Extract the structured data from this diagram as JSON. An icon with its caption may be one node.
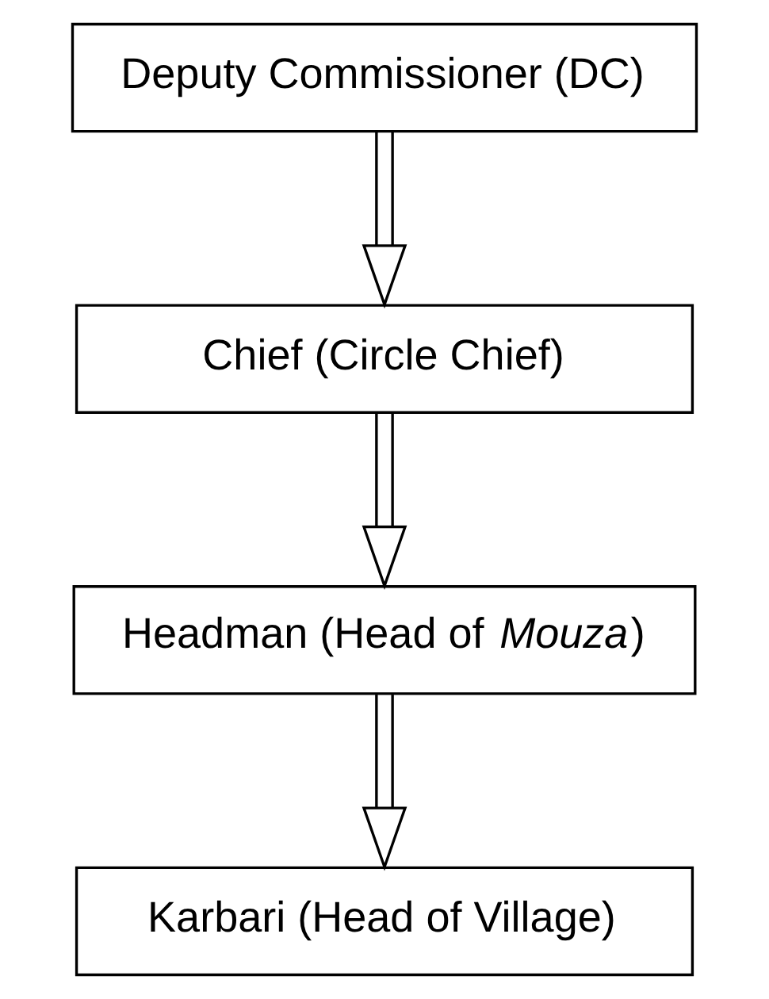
{
  "diagram": {
    "nodes": [
      {
        "text": [
          "Deputy Commissioner (DC)"
        ]
      },
      {
        "text": [
          "Chief (Circle Chief)"
        ]
      },
      {
        "text": [
          "Headman (Head of *Mouza*)"
        ]
      },
      {
        "text": [
          "Karbari (Head of Village)"
        ]
      }
    ],
    "edges": [
      {
        "from": 0,
        "to": 1,
        "arrow": "to"
      },
      {
        "from": 1,
        "to": 2,
        "arrow": "to"
      },
      {
        "from": 2,
        "to": 3,
        "arrow": "to"
      }
    ]
  }
}
